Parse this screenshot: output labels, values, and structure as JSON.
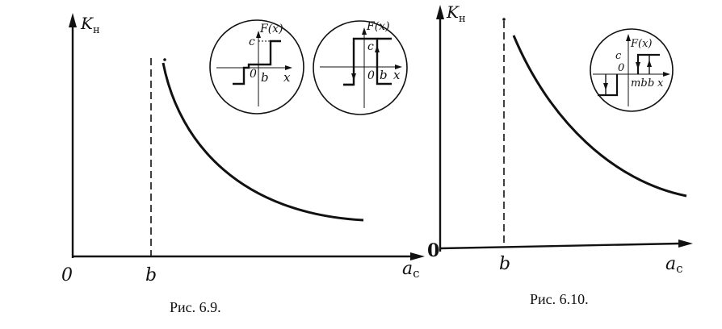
{
  "figures": [
    {
      "caption": "Рис. 6.9.",
      "y_label": "K",
      "y_label_sub": "н",
      "x_label": "a",
      "x_label_sub": "c",
      "origin_label": "0",
      "b_label": "b",
      "insets": [
        {
          "y_label": "F(x)",
          "x_label": "x",
          "c_label": "c",
          "origin_label": "0",
          "b_label": "b"
        },
        {
          "y_label": "F(x)",
          "x_label": "x",
          "c_label": "c",
          "origin_label": "0",
          "b_label": "b"
        }
      ]
    },
    {
      "caption": "Рис. 6.10.",
      "y_label": "K",
      "y_label_sub": "н",
      "x_label": "a",
      "x_label_sub": "c",
      "origin_label": "0",
      "b_label": "b",
      "inset": {
        "y_label": "F(x)",
        "x_label": "x",
        "c_label": "c",
        "origin_label": "0",
        "mb_label": "mb",
        "b_label": "b"
      }
    }
  ]
}
